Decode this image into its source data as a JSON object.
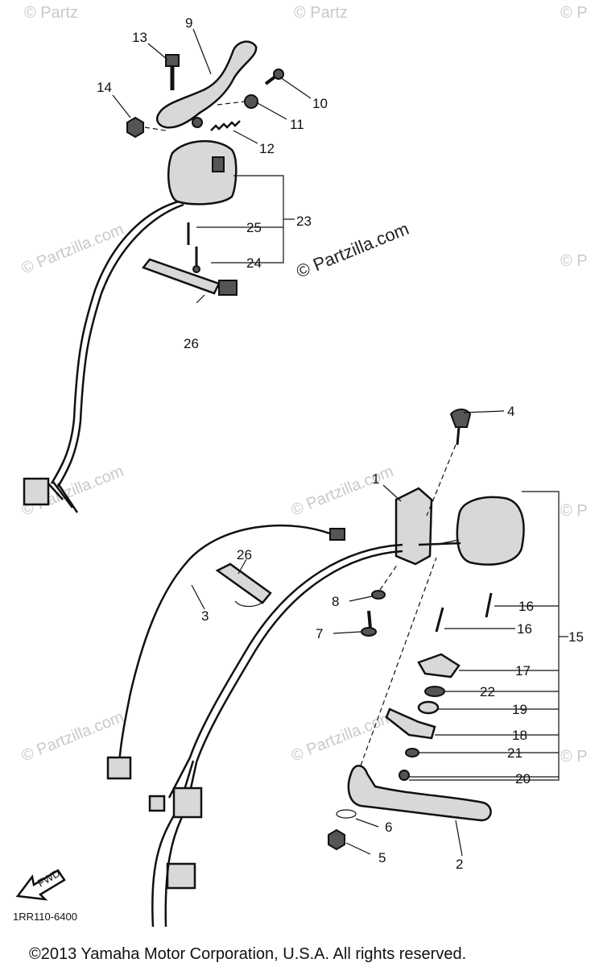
{
  "watermark": {
    "main": "© Partzilla.com",
    "repeat": "© Partzilla.com",
    "corner_tl": "© Partz",
    "corner_tm": "© Partz",
    "corner_tr": "© P"
  },
  "diagram_code": "1RR110-6400",
  "arrow_label": "FWD",
  "footer": {
    "copyright": "©2013 Yamaha Motor Corporation, U.S.A. All rights reserved."
  },
  "callouts": {
    "c1": "1",
    "c2": "2",
    "c3": "3",
    "c4": "4",
    "c5": "5",
    "c6": "6",
    "c7": "7",
    "c8": "8",
    "c9": "9",
    "c10": "10",
    "c11": "11",
    "c12": "12",
    "c13": "13",
    "c14": "14",
    "c15": "15",
    "c16a": "16",
    "c16b": "16",
    "c17": "17",
    "c18": "18",
    "c19": "19",
    "c20": "20",
    "c21": "21",
    "c22": "22",
    "c23": "23",
    "c24": "24",
    "c25": "25",
    "c26a": "26",
    "c26b": "26"
  }
}
